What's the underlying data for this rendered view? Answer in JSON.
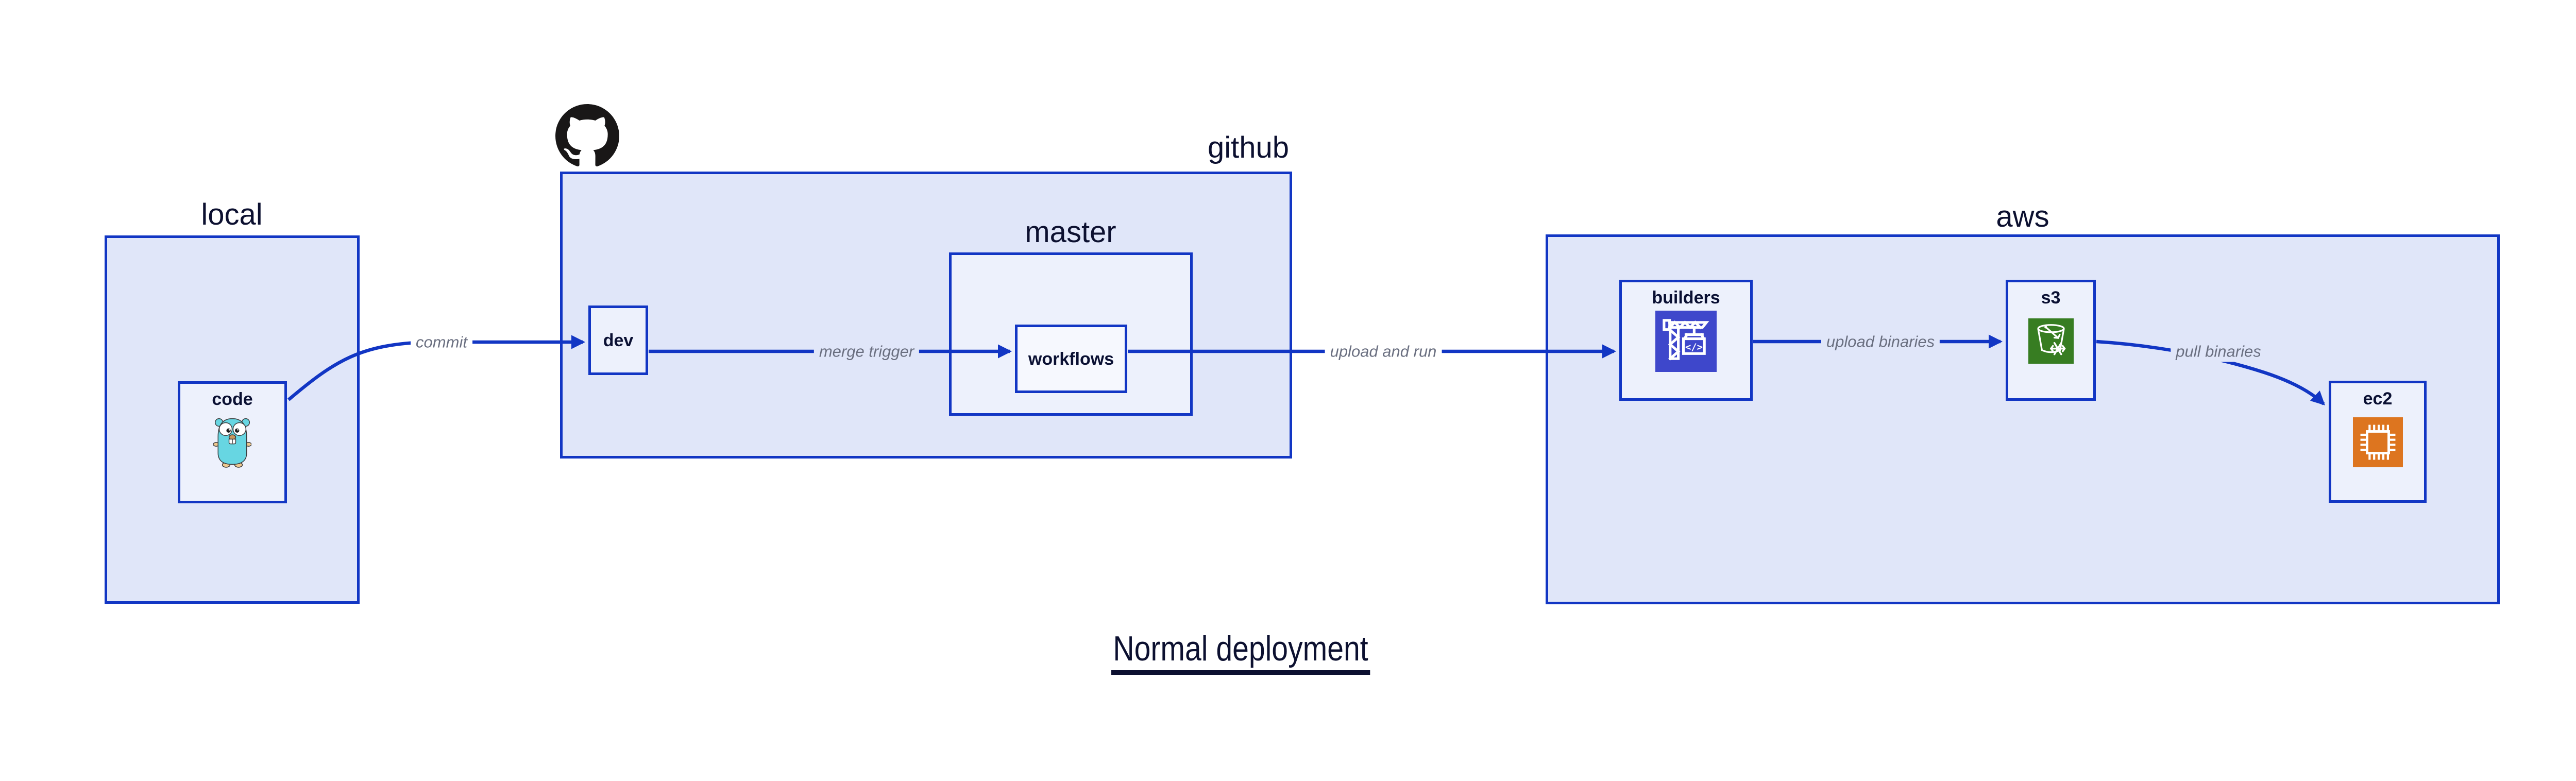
{
  "diagram_title": "Normal deployment",
  "containers": {
    "local": {
      "label": "local"
    },
    "github": {
      "label": "github",
      "icon": "github-logo"
    },
    "master": {
      "label": "master"
    },
    "aws": {
      "label": "aws"
    }
  },
  "nodes": {
    "code": {
      "label": "code",
      "icon": "go-gopher"
    },
    "dev": {
      "label": "dev"
    },
    "workflows": {
      "label": "workflows"
    },
    "builders": {
      "label": "builders",
      "icon": "aws-codebuild-crane",
      "icon_glyph": "</>"
    },
    "s3": {
      "label": "s3",
      "icon": "aws-s3-bucket-snowflake"
    },
    "ec2": {
      "label": "ec2",
      "icon": "aws-ec2-chip"
    }
  },
  "edges": [
    {
      "from": "code",
      "to": "dev",
      "label": "commit"
    },
    {
      "from": "dev",
      "to": "workflows",
      "label": "merge trigger"
    },
    {
      "from": "workflows",
      "to": "builders",
      "label": "upload and run"
    },
    {
      "from": "builders",
      "to": "s3",
      "label": "upload binaries"
    },
    {
      "from": "s3",
      "to": "ec2",
      "label": "pull binaries"
    }
  ],
  "colors": {
    "edge_and_border_blue": "#1236c4",
    "container_fill": "#e0e6f9",
    "node_fill": "#edf1fc",
    "nested_node_fill": "#f6f8fe",
    "label_dark_navy": "#0c1030",
    "edge_label_gray": "#6a6f80",
    "codebuild_indigo": "#3e47cb",
    "s3_green": "#377d22",
    "ec2_orange": "#dd751f",
    "github_black": "#191717",
    "gopher_teal": "#67d6e2",
    "gopher_tan": "#efc98f"
  }
}
